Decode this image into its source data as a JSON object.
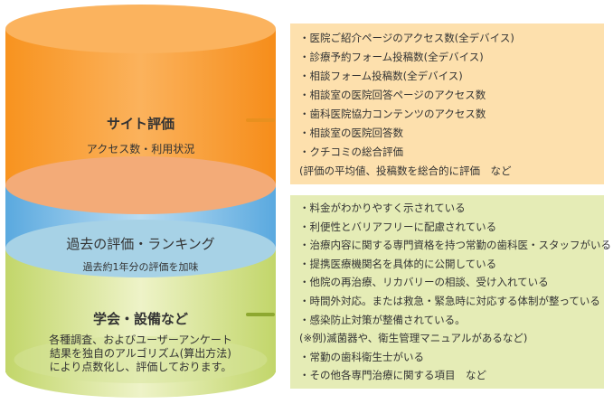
{
  "cylinder": {
    "top": {
      "title": "サイト評価",
      "subtitle": "アクセス数・利用状況",
      "color": "#f7941d"
    },
    "middle": {
      "title": "過去の評価・ランキング",
      "subtitle": "過去約1年分の評価を加味",
      "color": "#7fbfe6"
    },
    "bottom": {
      "title": "学会・設備など",
      "description": [
        "各種調査、およびユーザーアンケート",
        "結果を独自のアルゴリズム(算出方法)",
        "により点数化し、評価しております。"
      ],
      "color": "#c9dc7a"
    }
  },
  "site_items": [
    "・医院ご紹介ページのアクセス数(全デバイス)",
    "・診療予約フォーム投稿数(全デバイス)",
    "・相談フォーム投稿数(全デバイス)",
    "・相談室の医院回答ページのアクセス数",
    "・歯科医院協力コンテンツのアクセス数",
    "・相談室の医院回答数",
    "・クチコミの総合評価",
    "(評価の平均値、投稿数を総合的に評価　など"
  ],
  "facility_items": [
    "・料金がわかりやすく示されている",
    "・利便性とバリアフリーに配慮されている",
    "・治療内容に関する専門資格を持つ常勤の歯科医・スタッフがいる",
    "・提携医療機関名を具体的に公開している",
    "・他院の再治療、リカバリーの相談、受け入れている",
    "・時間外対応。または救急・緊急時に対応する体制が整っている",
    "・感染防止対策が整備されている。",
    "(※例)滅菌器や、衛生管理マニュアルがあるなど)",
    "・常勤の歯科衛生士がいる",
    "・その他各専門治療に関する項目　など"
  ]
}
